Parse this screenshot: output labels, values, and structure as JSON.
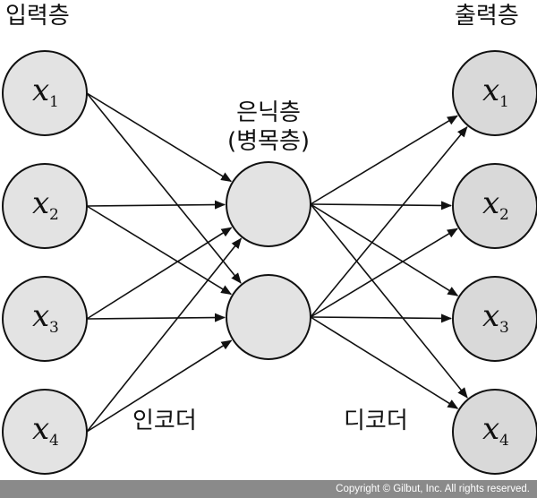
{
  "labels": {
    "input_layer": "입력층",
    "hidden_layer_line1": "은닉층",
    "hidden_layer_line2": "(병목층)",
    "output_layer": "출력층",
    "encoder": "인코더",
    "decoder": "디코더"
  },
  "nodes": {
    "input": [
      {
        "var": "x",
        "sub": "1"
      },
      {
        "var": "x",
        "sub": "2"
      },
      {
        "var": "x",
        "sub": "3"
      },
      {
        "var": "x",
        "sub": "4"
      }
    ],
    "hidden_count": 2,
    "output": [
      {
        "var": "x",
        "sub": "1"
      },
      {
        "var": "x",
        "sub": "2"
      },
      {
        "var": "x",
        "sub": "3"
      },
      {
        "var": "x",
        "sub": "4"
      }
    ]
  },
  "footer": {
    "copyright": "Copyright © Gilbut, Inc. All rights reserved."
  },
  "colors": {
    "node_fill": "#e3e3e3",
    "stroke": "#111111",
    "footer_bg": "#8a8a8a"
  }
}
